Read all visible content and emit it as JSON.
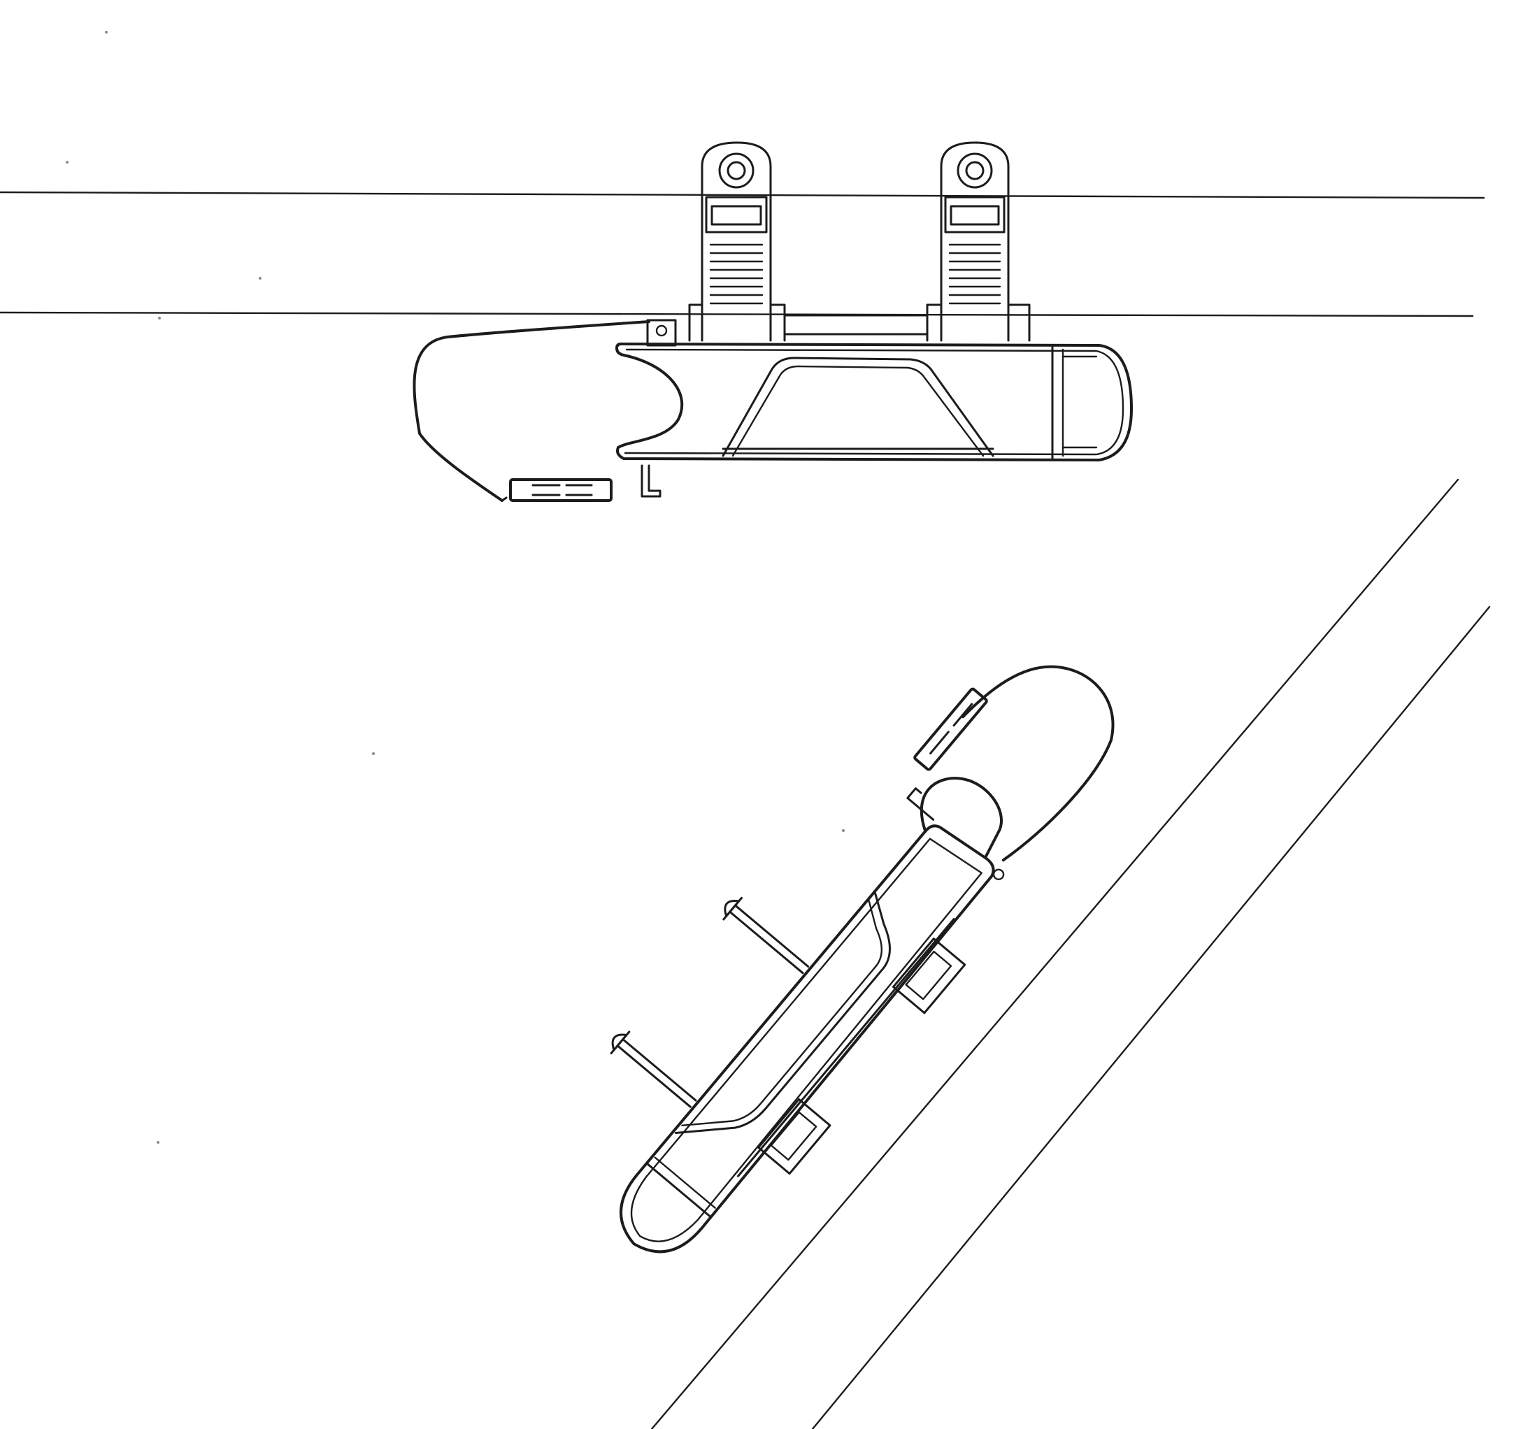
{
  "figure": {
    "background": "#ffffff",
    "stroke_color": "#1c1c1c",
    "views": [
      {
        "id": "top-view",
        "mount": "horizontal-rails",
        "strap_count": 2
      },
      {
        "id": "bottom-view",
        "mount": "inclined-rails",
        "strap_count": 2
      }
    ]
  }
}
